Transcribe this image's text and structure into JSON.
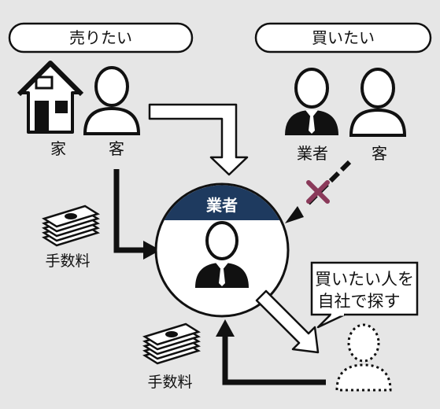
{
  "title_fragment": "",
  "pills": {
    "sell": "売りたい",
    "buy": "買いたい"
  },
  "labels": {
    "house": "家",
    "seller_customer": "客",
    "buyer_agent": "業者",
    "buyer_customer": "客",
    "center_agent": "業者",
    "fee_top": "手数料",
    "fee_bottom": "手数料"
  },
  "callout": {
    "line1": "買いたい人を",
    "line2": "自社で探す"
  },
  "colors": {
    "background": "#e6e6e6",
    "navy": "#1e3a5f",
    "cross": "#8a3a5a",
    "figure": "#111111"
  },
  "icons": [
    "house-icon",
    "person-icon",
    "agent-person-icon",
    "money-stack-icon",
    "cross-mark-icon"
  ]
}
